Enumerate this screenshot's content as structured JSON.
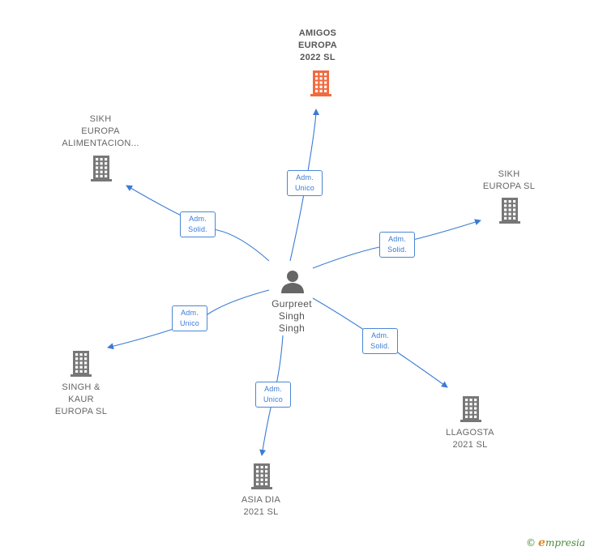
{
  "center": {
    "label_lines": [
      "Gurpreet",
      "Singh",
      "Singh"
    ],
    "icon": "person-icon",
    "color": "#666666"
  },
  "companies": [
    {
      "id": "amigos",
      "label_lines": [
        "AMIGOS",
        "EUROPA",
        "2022  SL"
      ],
      "icon": "building-icon",
      "color": "#f26a3d",
      "main": true
    },
    {
      "id": "sikh-alimentacion",
      "label_lines": [
        "SIKH",
        "EUROPA",
        "ALIMENTACION..."
      ],
      "icon": "building-icon",
      "color": "#777777"
    },
    {
      "id": "sikh-europa",
      "label_lines": [
        "SIKH",
        "EUROPA  SL"
      ],
      "icon": "building-icon",
      "color": "#777777"
    },
    {
      "id": "singh-kaur",
      "label_lines": [
        "SINGH &",
        "KAUR",
        "EUROPA  SL"
      ],
      "icon": "building-icon",
      "color": "#777777"
    },
    {
      "id": "asia-dia",
      "label_lines": [
        "ASIA DIA",
        "2021  SL"
      ],
      "icon": "building-icon",
      "color": "#777777"
    },
    {
      "id": "llagosta",
      "label_lines": [
        "LLAGOSTA",
        "2021  SL"
      ],
      "icon": "building-icon",
      "color": "#777777"
    }
  ],
  "relations": [
    {
      "to": "amigos",
      "lines": [
        "Adm.",
        "Unico"
      ]
    },
    {
      "to": "sikh-alimentacion",
      "lines": [
        "Adm.",
        "Solid."
      ]
    },
    {
      "to": "sikh-europa",
      "lines": [
        "Adm.",
        "Solid."
      ]
    },
    {
      "to": "singh-kaur",
      "lines": [
        "Adm.",
        "Unico"
      ]
    },
    {
      "to": "asia-dia",
      "lines": [
        "Adm.",
        "Unico"
      ]
    },
    {
      "to": "llagosta",
      "lines": [
        "Adm.",
        "Solid."
      ]
    }
  ],
  "edge_color": "#3a7bd5",
  "footer": {
    "copyright": "©",
    "brand_initial": "e",
    "brand_rest": "mpresia"
  }
}
